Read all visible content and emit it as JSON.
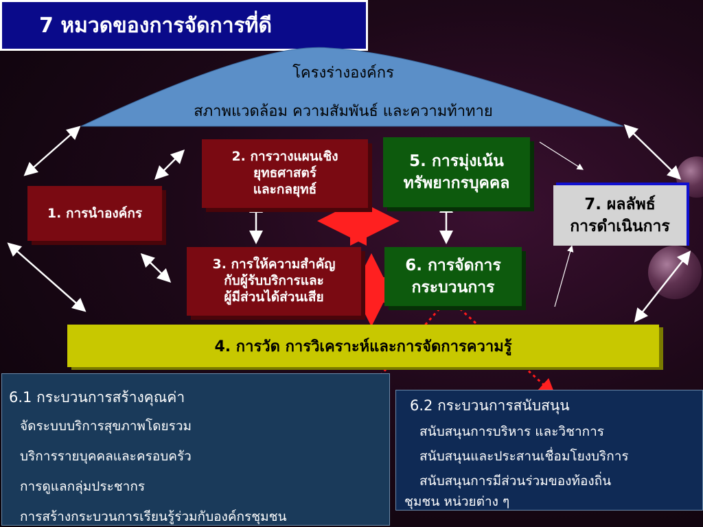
{
  "title": "7 หมวดของการจัดการที่ดี",
  "dome": {
    "line1": "โครงร่างองค์กร",
    "line2": "สภาพแวดล้อม ความสัมพันธ์ และความท้าทาย"
  },
  "categories": {
    "c1": "1. การนำองค์กร",
    "c2_l1": "2. การวางแผนเชิง",
    "c2_l2": "ยุทธศาสตร์",
    "c2_l3": "และกลยุทธ์",
    "c3_l1": "3. การให้ความสำคัญ",
    "c3_l2": "กับผู้รับบริการและ",
    "c3_l3": "ผู้มีส่วนได้ส่วนเสีย",
    "c4": "4. การวัด การวิเคราะห์และการจัดการความรู้",
    "c5_l1": "5. การมุ่งเน้น",
    "c5_l2": "ทรัพยากรบุคคล",
    "c6_l1": "6. การจัดการ",
    "c6_l2": "กระบวนการ",
    "c7_l1": "7. ผลลัพธ์",
    "c7_l2": "การดำเนินการ"
  },
  "panel_left": {
    "heading": "6.1 กระบวนการสร้างคุณค่า",
    "items": [
      "จัดระบบบริการสุขภาพโดยรวม",
      "บริการรายบุคคลและครอบครัว",
      "การดูแลกลุ่มประชากร",
      "การสร้างกระบวนการเรียนรู้ร่วมกับองค์กรชุมชน"
    ]
  },
  "panel_right": {
    "heading": "6.2 กระบวนการสนับสนุน",
    "items": [
      "สนับสนุนการบริหาร และวิชาการ",
      "สนับสนุนและประสานเชื่อมโยงบริการ",
      "สนับสนุนการมีส่วนร่วมของท้องถิ่น",
      "ชุมชน  หน่วยต่าง ๆ"
    ]
  },
  "colors": {
    "title_bg": "#0a0a8a",
    "dome": "#5b8fc8",
    "red_box": "#7a0a12",
    "green_box": "#0d5a0d",
    "yellow_bar": "#c8c800",
    "results_box": "#d0d0d0",
    "panel_bg": "#1a3a5a"
  }
}
